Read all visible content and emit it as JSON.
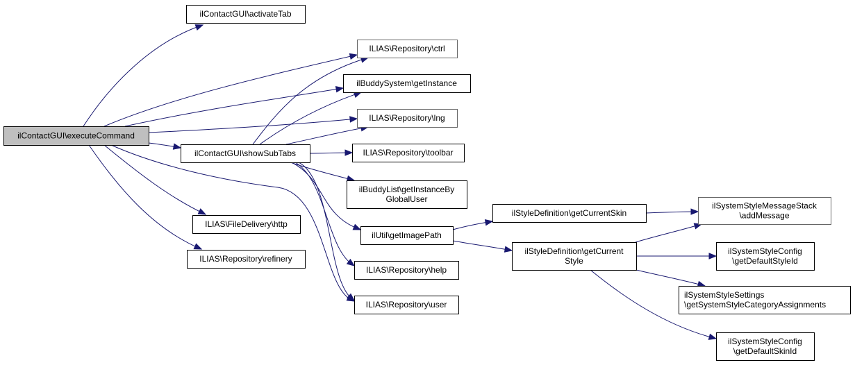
{
  "diagram": {
    "type": "call-graph",
    "colors": {
      "edge": "#191970",
      "root_fill": "#bfbfbf",
      "node_fill": "#ffffff",
      "node_border": "#000000"
    },
    "nodes": [
      {
        "id": "executeCommand",
        "label": [
          "ilContactGUI\\executeCommand"
        ],
        "root": true
      },
      {
        "id": "activateTab",
        "label": [
          "ilContactGUI\\activateTab"
        ]
      },
      {
        "id": "ctrl",
        "label": [
          "ILIAS\\Repository\\ctrl"
        ]
      },
      {
        "id": "buddyGetInstance",
        "label": [
          "ilBuddySystem\\getInstance"
        ]
      },
      {
        "id": "lng",
        "label": [
          "ILIAS\\Repository\\lng"
        ]
      },
      {
        "id": "showSubTabs",
        "label": [
          "ilContactGUI\\showSubTabs"
        ]
      },
      {
        "id": "toolbar",
        "label": [
          "ILIAS\\Repository\\toolbar"
        ]
      },
      {
        "id": "buddyList",
        "label": [
          "ilBuddyList\\getInstanceBy",
          "GlobalUser"
        ]
      },
      {
        "id": "http",
        "label": [
          "ILIAS\\FileDelivery\\http"
        ]
      },
      {
        "id": "refinery",
        "label": [
          "ILIAS\\Repository\\refinery"
        ]
      },
      {
        "id": "getImagePath",
        "label": [
          "ilUtil\\getImagePath"
        ]
      },
      {
        "id": "help",
        "label": [
          "ILIAS\\Repository\\help"
        ]
      },
      {
        "id": "user",
        "label": [
          "ILIAS\\Repository\\user"
        ]
      },
      {
        "id": "getCurrentSkin",
        "label": [
          "ilStyleDefinition\\getCurrentSkin"
        ]
      },
      {
        "id": "getCurrentStyle",
        "label": [
          "ilStyleDefinition\\getCurrent",
          "Style"
        ]
      },
      {
        "id": "addMessage",
        "label": [
          "ilSystemStyleMessageStack",
          "\\addMessage"
        ]
      },
      {
        "id": "getDefaultStyleId",
        "label": [
          "ilSystemStyleConfig",
          "\\getDefaultStyleId"
        ]
      },
      {
        "id": "getCategoryAssignments",
        "label": [
          "ilSystemStyleSettings",
          "\\getSystemStyleCategoryAssignments"
        ]
      },
      {
        "id": "getDefaultSkinId",
        "label": [
          "ilSystemStyleConfig",
          "\\getDefaultSkinId"
        ]
      }
    ],
    "edges": [
      [
        "executeCommand",
        "activateTab"
      ],
      [
        "executeCommand",
        "ctrl"
      ],
      [
        "executeCommand",
        "buddyGetInstance"
      ],
      [
        "executeCommand",
        "lng"
      ],
      [
        "executeCommand",
        "showSubTabs"
      ],
      [
        "executeCommand",
        "http"
      ],
      [
        "executeCommand",
        "refinery"
      ],
      [
        "executeCommand",
        "user"
      ],
      [
        "showSubTabs",
        "ctrl"
      ],
      [
        "showSubTabs",
        "buddyGetInstance"
      ],
      [
        "showSubTabs",
        "lng"
      ],
      [
        "showSubTabs",
        "toolbar"
      ],
      [
        "showSubTabs",
        "buddyList"
      ],
      [
        "showSubTabs",
        "getImagePath"
      ],
      [
        "showSubTabs",
        "help"
      ],
      [
        "showSubTabs",
        "user"
      ],
      [
        "getImagePath",
        "getCurrentSkin"
      ],
      [
        "getImagePath",
        "getCurrentStyle"
      ],
      [
        "getCurrentSkin",
        "addMessage"
      ],
      [
        "getCurrentStyle",
        "addMessage"
      ],
      [
        "getCurrentStyle",
        "getDefaultStyleId"
      ],
      [
        "getCurrentStyle",
        "getCategoryAssignments"
      ],
      [
        "getCurrentStyle",
        "getDefaultSkinId"
      ]
    ]
  }
}
